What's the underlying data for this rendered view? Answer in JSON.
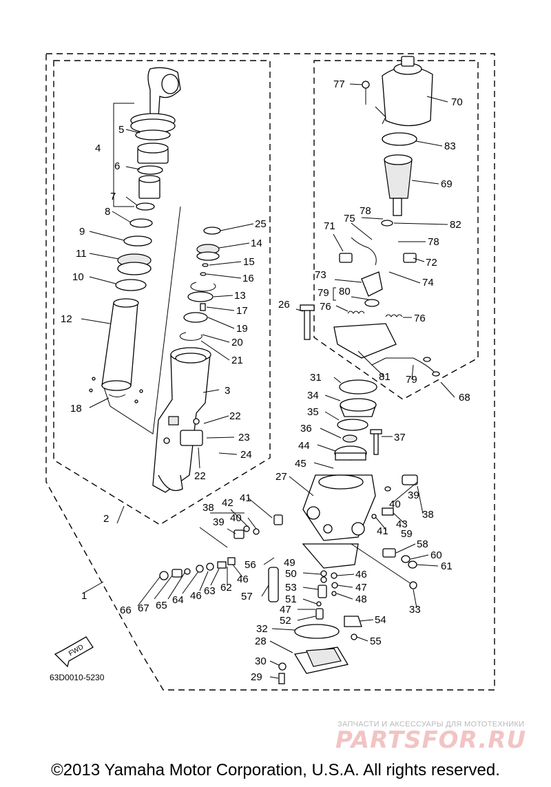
{
  "diagram": {
    "drawing_number": "63D0010-5230",
    "fwd_label": "FWD",
    "copyright": "©2013 Yamaha Motor Corporation, U.S.A. All rights reserved.",
    "watermark": {
      "subtitle": "ЗАПЧАСТИ И АКСЕССУАРЫ ДЛЯ МОТОТЕХНИКИ",
      "logo": "PARTSFOR.RU"
    }
  },
  "callouts": [
    {
      "id": "c1",
      "label": "1"
    },
    {
      "id": "c2",
      "label": "2"
    },
    {
      "id": "c3",
      "label": "3"
    },
    {
      "id": "c4",
      "label": "4"
    },
    {
      "id": "c5",
      "label": "5"
    },
    {
      "id": "c6",
      "label": "6"
    },
    {
      "id": "c7",
      "label": "7"
    },
    {
      "id": "c8",
      "label": "8"
    },
    {
      "id": "c9",
      "label": "9"
    },
    {
      "id": "c10",
      "label": "10"
    },
    {
      "id": "c11",
      "label": "11"
    },
    {
      "id": "c12",
      "label": "12"
    },
    {
      "id": "c13",
      "label": "13"
    },
    {
      "id": "c14",
      "label": "14"
    },
    {
      "id": "c15",
      "label": "15"
    },
    {
      "id": "c16",
      "label": "16"
    },
    {
      "id": "c17",
      "label": "17"
    },
    {
      "id": "c18",
      "label": "18"
    },
    {
      "id": "c19",
      "label": "19"
    },
    {
      "id": "c20",
      "label": "20"
    },
    {
      "id": "c21",
      "label": "21"
    },
    {
      "id": "c22a",
      "label": "22"
    },
    {
      "id": "c22b",
      "label": "22"
    },
    {
      "id": "c23",
      "label": "23"
    },
    {
      "id": "c24",
      "label": "24"
    },
    {
      "id": "c25",
      "label": "25"
    },
    {
      "id": "c26",
      "label": "26"
    },
    {
      "id": "c27",
      "label": "27"
    },
    {
      "id": "c28",
      "label": "28"
    },
    {
      "id": "c29",
      "label": "29"
    },
    {
      "id": "c30",
      "label": "30"
    },
    {
      "id": "c31",
      "label": "31"
    },
    {
      "id": "c32",
      "label": "32"
    },
    {
      "id": "c33",
      "label": "33"
    },
    {
      "id": "c34",
      "label": "34"
    },
    {
      "id": "c35",
      "label": "35"
    },
    {
      "id": "c36",
      "label": "36"
    },
    {
      "id": "c37",
      "label": "37"
    },
    {
      "id": "c38a",
      "label": "38"
    },
    {
      "id": "c38b",
      "label": "38"
    },
    {
      "id": "c39a",
      "label": "39"
    },
    {
      "id": "c39b",
      "label": "39"
    },
    {
      "id": "c40a",
      "label": "40"
    },
    {
      "id": "c40b",
      "label": "40"
    },
    {
      "id": "c41a",
      "label": "41"
    },
    {
      "id": "c41b",
      "label": "41"
    },
    {
      "id": "c42",
      "label": "42"
    },
    {
      "id": "c43",
      "label": "43"
    },
    {
      "id": "c44",
      "label": "44"
    },
    {
      "id": "c45",
      "label": "45"
    },
    {
      "id": "c46a",
      "label": "46"
    },
    {
      "id": "c46b",
      "label": "46"
    },
    {
      "id": "c46c",
      "label": "46"
    },
    {
      "id": "c47a",
      "label": "47"
    },
    {
      "id": "c47b",
      "label": "47"
    },
    {
      "id": "c48",
      "label": "48"
    },
    {
      "id": "c49",
      "label": "49"
    },
    {
      "id": "c50",
      "label": "50"
    },
    {
      "id": "c51",
      "label": "51"
    },
    {
      "id": "c52",
      "label": "52"
    },
    {
      "id": "c53",
      "label": "53"
    },
    {
      "id": "c54",
      "label": "54"
    },
    {
      "id": "c55",
      "label": "55"
    },
    {
      "id": "c56",
      "label": "56"
    },
    {
      "id": "c57",
      "label": "57"
    },
    {
      "id": "c58",
      "label": "58"
    },
    {
      "id": "c59",
      "label": "59"
    },
    {
      "id": "c60",
      "label": "60"
    },
    {
      "id": "c61",
      "label": "61"
    },
    {
      "id": "c62",
      "label": "62"
    },
    {
      "id": "c63",
      "label": "63"
    },
    {
      "id": "c64",
      "label": "64"
    },
    {
      "id": "c65",
      "label": "65"
    },
    {
      "id": "c66",
      "label": "66"
    },
    {
      "id": "c67",
      "label": "67"
    },
    {
      "id": "c68",
      "label": "68"
    },
    {
      "id": "c69",
      "label": "69"
    },
    {
      "id": "c70",
      "label": "70"
    },
    {
      "id": "c71",
      "label": "71"
    },
    {
      "id": "c72",
      "label": "72"
    },
    {
      "id": "c73",
      "label": "73"
    },
    {
      "id": "c74",
      "label": "74"
    },
    {
      "id": "c75",
      "label": "75"
    },
    {
      "id": "c76a",
      "label": "76"
    },
    {
      "id": "c76b",
      "label": "76"
    },
    {
      "id": "c77",
      "label": "77"
    },
    {
      "id": "c78a",
      "label": "78"
    },
    {
      "id": "c78b",
      "label": "78"
    },
    {
      "id": "c79a",
      "label": "79"
    },
    {
      "id": "c79b",
      "label": "79"
    },
    {
      "id": "c80",
      "label": "80"
    },
    {
      "id": "c81",
      "label": "81"
    },
    {
      "id": "c82",
      "label": "82"
    },
    {
      "id": "c83",
      "label": "83"
    }
  ]
}
